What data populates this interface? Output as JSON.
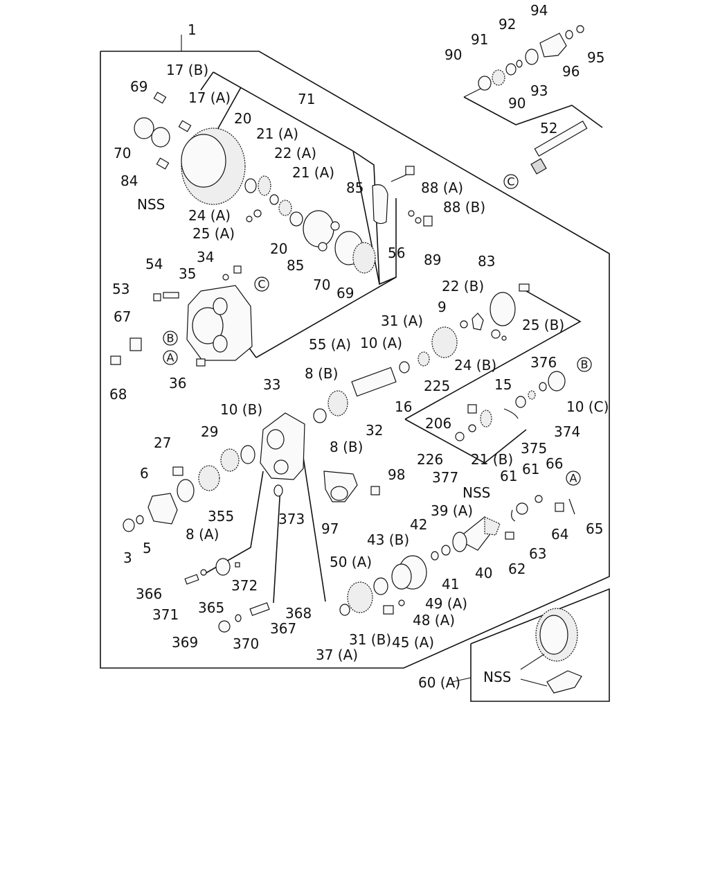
{
  "diagram": {
    "labels": [
      {
        "id": "1",
        "text": "1"
      },
      {
        "id": "17b",
        "text": "17 (B)"
      },
      {
        "id": "69a",
        "text": "69"
      },
      {
        "id": "17a",
        "text": "17 (A)"
      },
      {
        "id": "71",
        "text": "71"
      },
      {
        "id": "20a",
        "text": "20"
      },
      {
        "id": "21a_1",
        "text": "21 (A)"
      },
      {
        "id": "22a",
        "text": "22 (A)"
      },
      {
        "id": "21a_2",
        "text": "21 (A)"
      },
      {
        "id": "70a",
        "text": "70"
      },
      {
        "id": "84",
        "text": "84"
      },
      {
        "id": "nss1",
        "text": "NSS"
      },
      {
        "id": "24a",
        "text": "24 (A)"
      },
      {
        "id": "25a",
        "text": "25 (A)"
      },
      {
        "id": "20b",
        "text": "20"
      },
      {
        "id": "85a",
        "text": "85"
      },
      {
        "id": "85b",
        "text": "85"
      },
      {
        "id": "88a",
        "text": "88 (A)"
      },
      {
        "id": "88b",
        "text": "88 (B)"
      },
      {
        "id": "89",
        "text": "89"
      },
      {
        "id": "56",
        "text": "56"
      },
      {
        "id": "70b",
        "text": "70"
      },
      {
        "id": "69b",
        "text": "69"
      },
      {
        "id": "90a",
        "text": "90"
      },
      {
        "id": "91",
        "text": "91"
      },
      {
        "id": "92",
        "text": "92"
      },
      {
        "id": "94",
        "text": "94"
      },
      {
        "id": "95",
        "text": "95"
      },
      {
        "id": "96",
        "text": "96"
      },
      {
        "id": "93",
        "text": "93"
      },
      {
        "id": "90b",
        "text": "90"
      },
      {
        "id": "52",
        "text": "52"
      },
      {
        "id": "54",
        "text": "54"
      },
      {
        "id": "34",
        "text": "34"
      },
      {
        "id": "35",
        "text": "35"
      },
      {
        "id": "53",
        "text": "53"
      },
      {
        "id": "67",
        "text": "67"
      },
      {
        "id": "68",
        "text": "68"
      },
      {
        "id": "36",
        "text": "36"
      },
      {
        "id": "55a",
        "text": "55 (A)"
      },
      {
        "id": "83",
        "text": "83"
      },
      {
        "id": "22b",
        "text": "22 (B)"
      },
      {
        "id": "9",
        "text": "9"
      },
      {
        "id": "31a",
        "text": "31 (A)"
      },
      {
        "id": "25b",
        "text": "25 (B)"
      },
      {
        "id": "10a",
        "text": "10 (A)"
      },
      {
        "id": "24b",
        "text": "24 (B)"
      },
      {
        "id": "225",
        "text": "225"
      },
      {
        "id": "376",
        "text": "376"
      },
      {
        "id": "16",
        "text": "16"
      },
      {
        "id": "8b_1",
        "text": "8 (B)"
      },
      {
        "id": "33",
        "text": "33"
      },
      {
        "id": "10b",
        "text": "10 (B)"
      },
      {
        "id": "15",
        "text": "15"
      },
      {
        "id": "10c",
        "text": "10 (C)"
      },
      {
        "id": "206",
        "text": "206"
      },
      {
        "id": "374",
        "text": "374"
      },
      {
        "id": "32",
        "text": "32"
      },
      {
        "id": "8b_2",
        "text": "8 (B)"
      },
      {
        "id": "29",
        "text": "29"
      },
      {
        "id": "27",
        "text": "27"
      },
      {
        "id": "375",
        "text": "375"
      },
      {
        "id": "226",
        "text": "226"
      },
      {
        "id": "21b",
        "text": "21 (B)"
      },
      {
        "id": "377",
        "text": "377"
      },
      {
        "id": "6",
        "text": "6"
      },
      {
        "id": "98",
        "text": "98"
      },
      {
        "id": "61a",
        "text": "61"
      },
      {
        "id": "61b",
        "text": "61"
      },
      {
        "id": "66",
        "text": "66"
      },
      {
        "id": "nss2",
        "text": "NSS"
      },
      {
        "id": "355",
        "text": "355"
      },
      {
        "id": "373",
        "text": "373"
      },
      {
        "id": "39a",
        "text": "39 (A)"
      },
      {
        "id": "8a",
        "text": "8 (A)"
      },
      {
        "id": "42",
        "text": "42"
      },
      {
        "id": "97",
        "text": "97"
      },
      {
        "id": "64",
        "text": "64"
      },
      {
        "id": "65",
        "text": "65"
      },
      {
        "id": "3",
        "text": "3"
      },
      {
        "id": "5",
        "text": "5"
      },
      {
        "id": "43b",
        "text": "43 (B)"
      },
      {
        "id": "63",
        "text": "63"
      },
      {
        "id": "50a",
        "text": "50 (A)"
      },
      {
        "id": "41",
        "text": "41"
      },
      {
        "id": "40",
        "text": "40"
      },
      {
        "id": "62",
        "text": "62"
      },
      {
        "id": "366",
        "text": "366"
      },
      {
        "id": "372",
        "text": "372"
      },
      {
        "id": "49a",
        "text": "49 (A)"
      },
      {
        "id": "365",
        "text": "365"
      },
      {
        "id": "371",
        "text": "371"
      },
      {
        "id": "368",
        "text": "368"
      },
      {
        "id": "48a",
        "text": "48 (A)"
      },
      {
        "id": "367",
        "text": "367"
      },
      {
        "id": "369",
        "text": "369"
      },
      {
        "id": "370",
        "text": "370"
      },
      {
        "id": "31b",
        "text": "31 (B)"
      },
      {
        "id": "45a",
        "text": "45 (A)"
      },
      {
        "id": "37a",
        "text": "37 (A)"
      },
      {
        "id": "nss3",
        "text": "NSS"
      },
      {
        "id": "60a",
        "text": "60 (A)"
      }
    ],
    "circled": [
      {
        "id": "c1",
        "text": "C"
      },
      {
        "id": "c2",
        "text": "C"
      },
      {
        "id": "b1",
        "text": "B"
      },
      {
        "id": "a1",
        "text": "A"
      },
      {
        "id": "b2",
        "text": "B"
      },
      {
        "id": "a2",
        "text": "A"
      }
    ]
  }
}
